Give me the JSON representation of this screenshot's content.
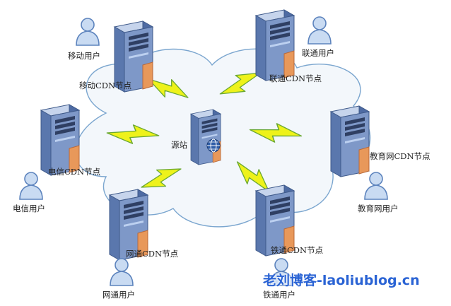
{
  "diagram": {
    "origin": {
      "label": "源站"
    },
    "cdn_nodes": [
      {
        "id": "mobile",
        "label": "移动CDN节点"
      },
      {
        "id": "unicom",
        "label": "联通CDN节点"
      },
      {
        "id": "telecom",
        "label": "电信CDN节点"
      },
      {
        "id": "edu",
        "label": "教育网CDN节点"
      },
      {
        "id": "cnc",
        "label": "网通CDN节点"
      },
      {
        "id": "railcom",
        "label": "铁通CDN节点"
      }
    ],
    "users": [
      {
        "id": "mobile",
        "label": "移动用户"
      },
      {
        "id": "unicom",
        "label": "联通用户"
      },
      {
        "id": "telecom",
        "label": "电信用户"
      },
      {
        "id": "edu",
        "label": "教育网用户"
      },
      {
        "id": "cnc",
        "label": "网通用户"
      },
      {
        "id": "railcom",
        "label": "铁通用户"
      }
    ],
    "icons": {
      "server": "server-icon",
      "user": "user-icon",
      "link": "lightning-bolt-icon",
      "globe": "globe-icon",
      "cloud": "cloud-icon"
    },
    "colors": {
      "cloud_fill": "#f3f7fb",
      "cloud_stroke": "#7ba6cf",
      "server_front": "#7e98c8",
      "server_side": "#4e6ba3",
      "server_top": "#c6d4ec",
      "server_accent": "#e8985a",
      "user_fill": "#c9dbf2",
      "user_stroke": "#5c83bd",
      "bolt_fill": "#eef21a",
      "bolt_stroke": "#6aa832",
      "watermark": "#2a63d4"
    }
  },
  "watermark": {
    "text": "老刘博客-laoliublog.cn"
  }
}
